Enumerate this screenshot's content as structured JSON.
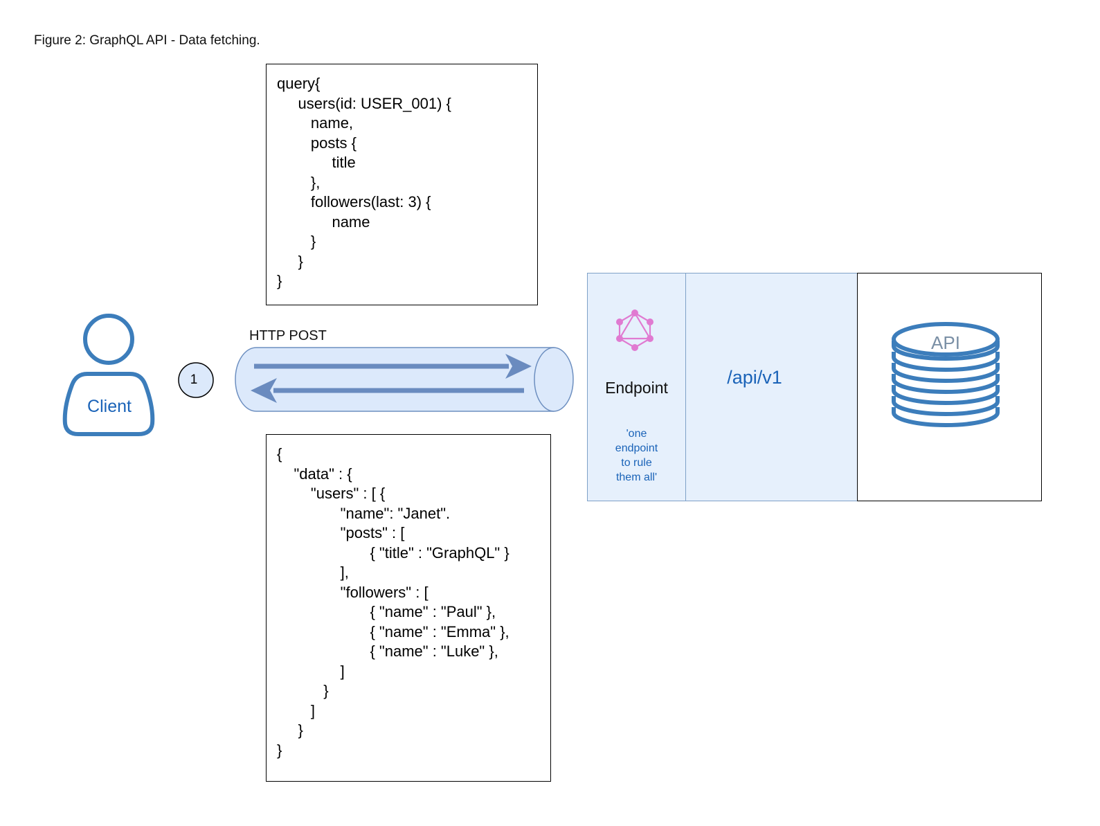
{
  "caption": "Figure 2: GraphQL API - Data fetching.",
  "client": {
    "label": "Client",
    "icon": "user-icon"
  },
  "step": {
    "number": "1"
  },
  "transport": {
    "label": "HTTP POST",
    "icon": "pipe-arrows-icon"
  },
  "query_lines": [
    "query{",
    "     users(id: USER_001) {",
    "        name,",
    "        posts {",
    "             title",
    "        },",
    "        followers(last: 3) {",
    "             name",
    "        }",
    "     }",
    "}"
  ],
  "response_lines": [
    "{",
    "    \"data\" : {",
    "        \"users\" : [ {",
    "               \"name\": \"Janet\".",
    "               \"posts\" : [",
    "                      { \"title\" : \"GraphQL\" }",
    "               ],",
    "               \"followers\" : [",
    "                      { \"name\" : \"Paul\" },",
    "                      { \"name\" : \"Emma\" },",
    "                      { \"name\" : \"Luke\" },",
    "               ]",
    "           }",
    "        ]",
    "     }",
    "}"
  ],
  "endpoint": {
    "label": "Endpoint",
    "icon": "graphql-logo-icon",
    "note_lines": [
      "'one",
      "endpoint",
      "to rule",
      "them all'"
    ]
  },
  "route": {
    "label": "/api/v1"
  },
  "api": {
    "label": "API",
    "icon": "database-stack-icon"
  },
  "colors": {
    "accent_blue": "#1a63b8",
    "pipe_fill": "#dce9fb",
    "pipe_stroke": "#6d8fc0",
    "arrow": "#6a8bbf",
    "panel_fill": "#e6f0fc",
    "panel_stroke": "#7ea1c7",
    "graphql_pink": "#e07ad1",
    "database_blue": "#3c7dbb"
  }
}
